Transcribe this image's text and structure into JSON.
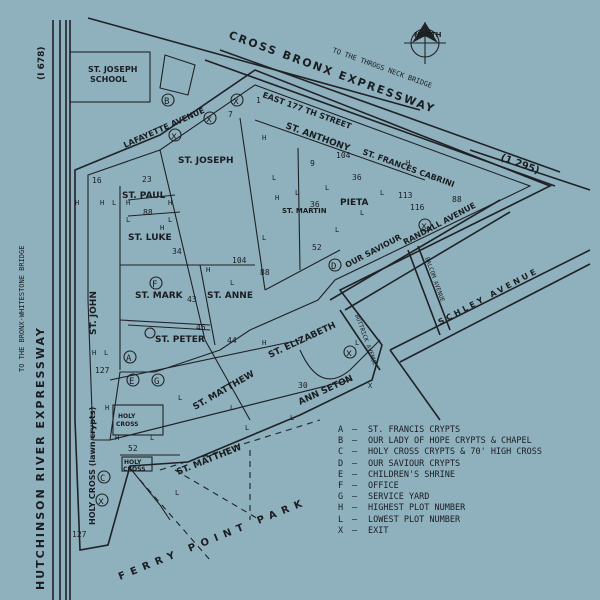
{
  "roads": {
    "cross_bronx": "CROSS BRONX EXPRESSWAY",
    "cross_bronx_number": "(1 295)",
    "throgs_neck": "TO THE THROGS NECK BRIDGE",
    "hutchinson": "HUTCHINSON RIVER EXPRESSWAY",
    "hutchinson_number": "(I 678)",
    "bronx_whitestone": "TO THE BRONX-WHITESTONE BRIDGE",
    "lafayette": "LAFAYETTE AVENUE",
    "east_177": "EAST 177 TH STREET",
    "randall": "RANDALL AVENUE",
    "schley": "SCHLEY AVENUE",
    "ferry_point_park": "FERRY POINT PARK",
    "buttrick": "BUTTRICK AVENUE",
    "balcom": "BALCOM AVENUE"
  },
  "north": "NORTH",
  "school": [
    "ST. JOSEPH",
    "SCHOOL"
  ],
  "sections": {
    "st_anthony": "ST. ANTHONY",
    "st_frances_cabrini": "ST. FRANCES CABRINI",
    "st_joseph": "ST. JOSEPH",
    "st_paul": "ST. PAUL",
    "st_luke": "ST. LUKE",
    "st_mark": "ST. MARK",
    "st_anne": "ST. ANNE",
    "st_peter": "ST. PETER",
    "st_martin": "ST. MARTIN",
    "pieta": "PIETA",
    "our_saviour": "OUR SAVIOUR",
    "st_elizabeth": "ST. ELIZABETH",
    "st_matthew_1": "ST. MATTHEW",
    "st_matthew_2": "ST. MATTHEW",
    "ann_seton": "ANN SETON",
    "st_john": "ST. JOHN",
    "holy_cross_lawn": "HOLY CROSS (lawn crypts)",
    "holy_cross_1": "HOLY",
    "holy_cross_2": "CROSS",
    "holy_cross_box_1": "HOLY",
    "holy_cross_box_2": "CROSS"
  },
  "plot_numbers": {
    "n104_top": "104",
    "n36_top": "36",
    "n113": "113",
    "n36_mid": "36",
    "n88_right": "88",
    "n116": "116",
    "n52_martin": "52",
    "n88_joseph": "88",
    "n104_anne": "104",
    "n23": "23",
    "n16": "16",
    "n88_luke": "88",
    "n34": "34",
    "n43": "43",
    "n45": "45",
    "n44": "44",
    "n127": "127",
    "n52_holy": "52",
    "n127_bottom": "127",
    "n1": "1",
    "n9": "9",
    "n7": "7",
    "n30": "30"
  },
  "legend": [
    {
      "key": "A",
      "label": "ST. FRANCIS CRYPTS"
    },
    {
      "key": "B",
      "label": "OUR LADY OF HOPE CRYPTS & CHAPEL"
    },
    {
      "key": "C",
      "label": "HOLY CROSS CRYPTS & 70' HIGH CROSS"
    },
    {
      "key": "D",
      "label": "OUR SAVIOUR CRYPTS"
    },
    {
      "key": "E",
      "label": "CHILDREN'S SHRINE"
    },
    {
      "key": "F",
      "label": "OFFICE"
    },
    {
      "key": "G",
      "label": "SERVICE YARD"
    },
    {
      "key": "H",
      "label": "HIGHEST PLOT NUMBER"
    },
    {
      "key": "L",
      "label": "LOWEST PLOT NUMBER"
    },
    {
      "key": "X",
      "label": "EXIT"
    }
  ],
  "colors": {
    "background": "#8fb1bd",
    "ink": "#1f2227"
  }
}
